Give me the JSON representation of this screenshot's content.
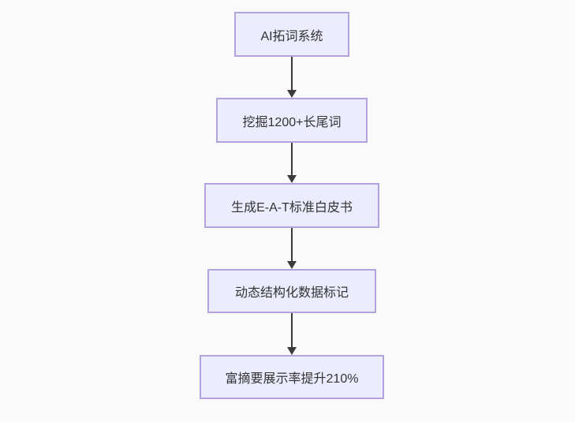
{
  "diagram": {
    "type": "flowchart",
    "direction": "top-down",
    "colors": {
      "background": "#fafafa",
      "node_fill": "#ececff",
      "node_border": "#b3a2de",
      "node_text": "#333333",
      "arrow": "#3b3b3b"
    },
    "nodes": [
      {
        "id": "n1",
        "label": "AI拓词系统"
      },
      {
        "id": "n2",
        "label": "挖掘1200+长尾词"
      },
      {
        "id": "n3",
        "label": "生成E-A-T标准白皮书"
      },
      {
        "id": "n4",
        "label": "动态结构化数据标记"
      },
      {
        "id": "n5",
        "label": "富摘要展示率提升210%"
      }
    ],
    "edges": [
      {
        "from": "n1",
        "to": "n2",
        "style": "arrow-down"
      },
      {
        "from": "n2",
        "to": "n3",
        "style": "arrow-down"
      },
      {
        "from": "n3",
        "to": "n4",
        "style": "arrow-down"
      },
      {
        "from": "n4",
        "to": "n5",
        "style": "arrow-down"
      }
    ]
  }
}
